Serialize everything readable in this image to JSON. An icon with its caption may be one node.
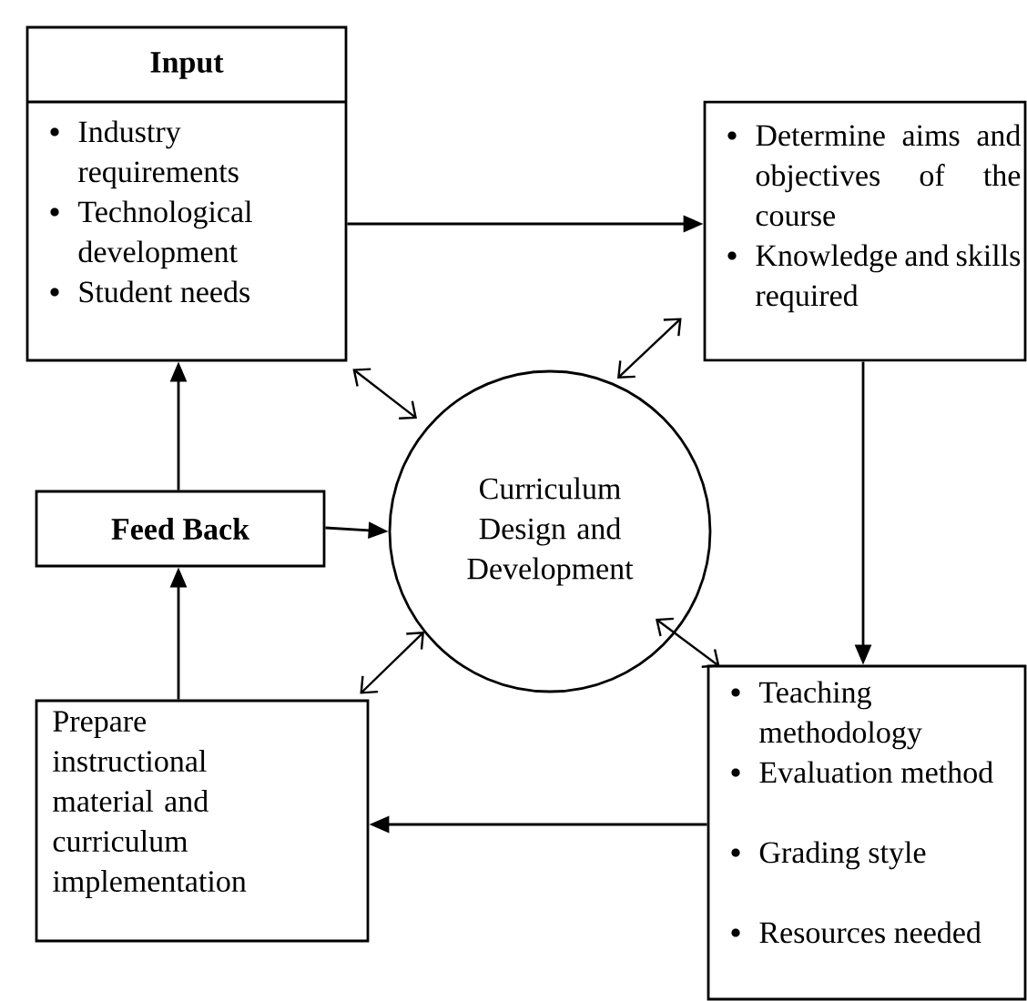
{
  "diagram": {
    "nodes": [
      {
        "text": [
          "Input",
          "Industry requirements",
          "Technological development",
          "Student needs"
        ]
      },
      {
        "text": [
          "Determine aims and objectives of the course",
          "Knowledge and skills required"
        ]
      },
      {
        "text": [
          "Feed Back"
        ]
      },
      {
        "text": [
          "Curriculum Design and Development"
        ]
      },
      {
        "text": [
          "Prepare instructional material and curriculum implementation"
        ]
      },
      {
        "text": [
          "Teaching methodology",
          "Evaluation method",
          "Grading style",
          "Resources needed"
        ]
      }
    ],
    "edges": [
      {
        "from": 0,
        "to": 1,
        "arrow": "to"
      },
      {
        "from": 1,
        "to": 5,
        "arrow": "to"
      },
      {
        "from": 5,
        "to": 4,
        "arrow": "to"
      },
      {
        "from": 4,
        "to": 2,
        "arrow": "to"
      },
      {
        "from": 2,
        "to": 0,
        "arrow": "to"
      },
      {
        "from": 2,
        "to": 3,
        "arrow": "to"
      },
      {
        "from": 0,
        "to": 3,
        "arrow": "both"
      },
      {
        "from": 1,
        "to": 3,
        "arrow": "both"
      },
      {
        "from": 4,
        "to": 3,
        "arrow": "both"
      },
      {
        "from": 5,
        "to": 3,
        "arrow": "both"
      }
    ]
  }
}
